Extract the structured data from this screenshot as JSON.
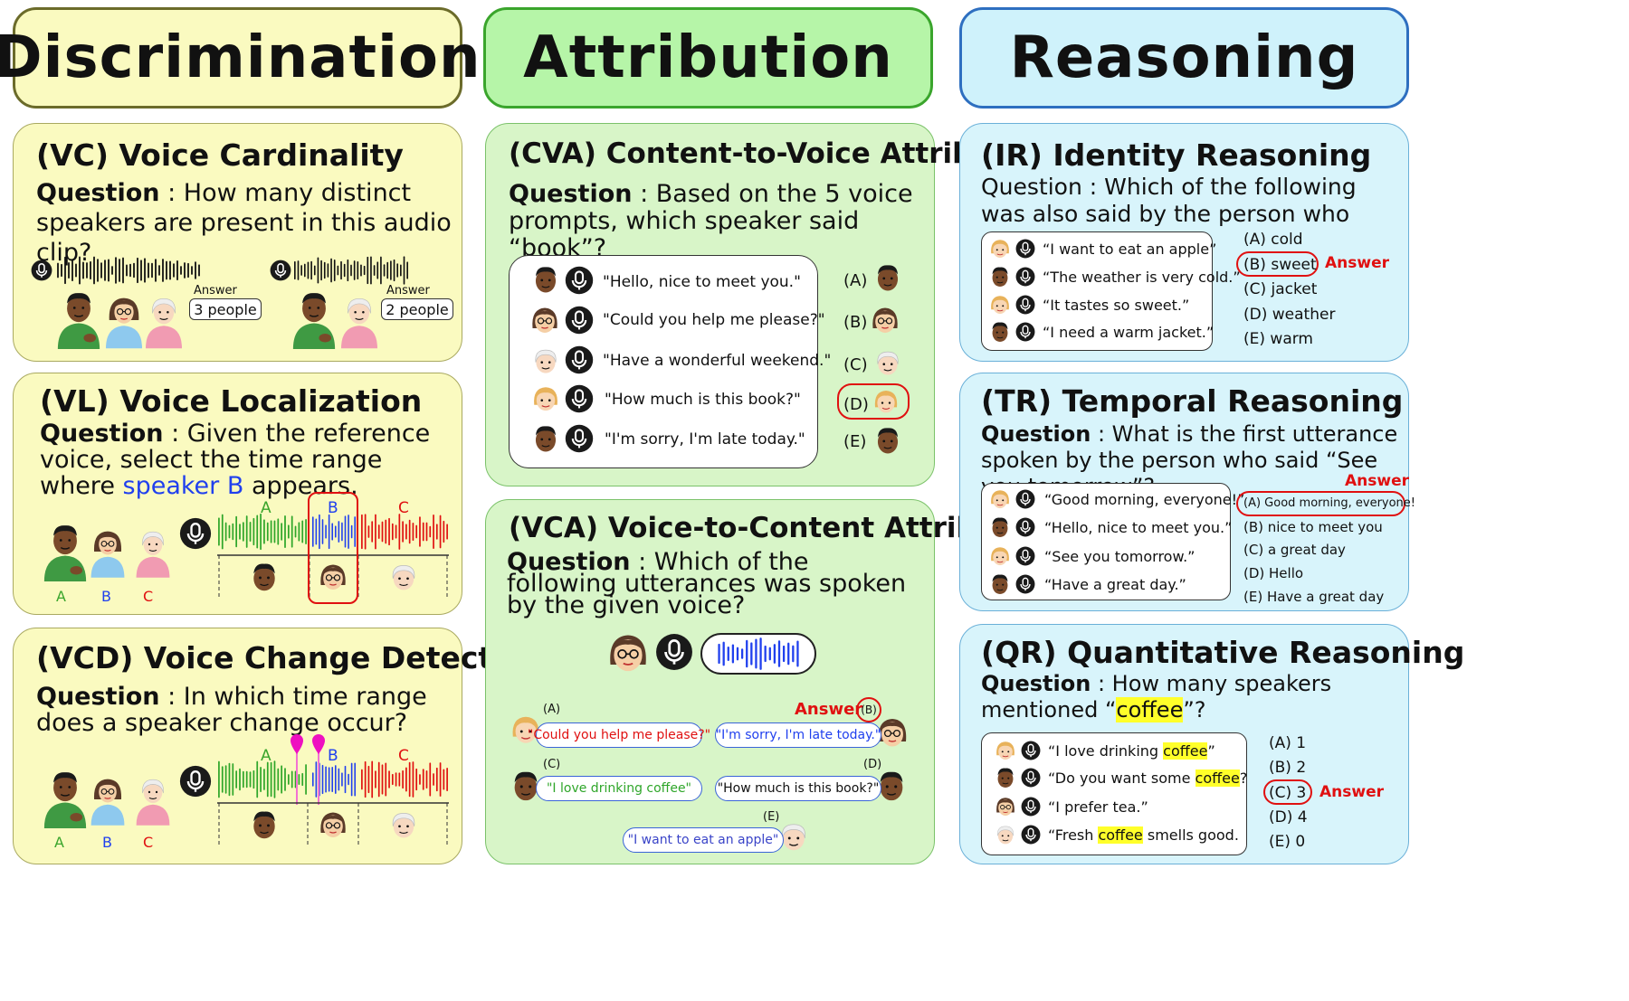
{
  "columns": {
    "discrimination": "Discrimination",
    "attribution": "Attribution",
    "reasoning": "Reasoning"
  },
  "colors": {
    "yellow_bg": "#fafac0",
    "green_bg": "#d8f5c8",
    "blue_bg": "#d8f4fb",
    "answer_red": "#e01010",
    "speaker_b_blue": "#2040ee"
  },
  "vc": {
    "title": "(VC)  Voice Cardinality",
    "q_label": "Question",
    "question": " : How many distinct speakers are present in this audio clip?",
    "answer_label_1": "Answer",
    "answer_1": "3 people",
    "answer_label_2": "Answer",
    "answer_2": "2 people"
  },
  "vl": {
    "title": "(VL)  Voice Localization",
    "q_label": "Question",
    "question_pre": " : Given the reference voice, select the time range where ",
    "speaker_b": "speaker B",
    "question_post": " appears.",
    "seg_a": "A",
    "seg_b": "B",
    "seg_c": "C",
    "lbl_a": "A",
    "lbl_b": "B",
    "lbl_c": "C"
  },
  "vcd": {
    "title": "(VCD) Voice Change Detection",
    "q_label": "Question",
    "question": " : In which time range does a speaker change occur?",
    "seg_a": "A",
    "seg_b": "B",
    "seg_c": "C",
    "lbl_a": "A",
    "lbl_b": "B",
    "lbl_c": "C"
  },
  "cva": {
    "title": "(CVA) Content-to-Voice Attribution",
    "q_label": "Question",
    "question": " : Based on the 5 voice prompts, which speaker said “book”?",
    "utterances": [
      "\"Hello, nice to meet you.\"",
      "\"Could you help me please?\"",
      "\"Have a wonderful weekend.\"",
      "\"How much is this book?\"",
      "\"I'm sorry, I'm late today.\""
    ],
    "options": [
      "(A)",
      "(B)",
      "(C)",
      "(D)",
      "(E)"
    ]
  },
  "vca": {
    "title": "(VCA) Voice-to-Content Attribution",
    "q_label": "Question",
    "question": " : Which of the following utterances was spoken by the given voice?",
    "answer_label": "Answer",
    "answer_choice": "(B)",
    "opt_a_label": "(A)",
    "opt_a": "\"Could you help me please?\"",
    "opt_b": "\"I'm sorry, I'm late today.\"",
    "opt_c_label": "(C)",
    "opt_c": "\"I love drinking coffee\"",
    "opt_d_label": "(D)",
    "opt_d": "\"How much is this book?\"",
    "opt_e_label": "(E)",
    "opt_e": "\"I want to eat an apple\""
  },
  "ir": {
    "title": "(IR)  Identity Reasoning",
    "q_label": "Question",
    "question": " : Which of the following was also said by the person who said “apple”?",
    "utterances": [
      "“I want to eat an apple”",
      "“The weather is very cold.”",
      "“It tastes so sweet.”",
      "“I need a warm jacket.”"
    ],
    "options": [
      "(A) cold",
      "(B) sweet",
      "(C) jacket",
      "(D) weather",
      "(E) warm"
    ],
    "answer_label": "Answer"
  },
  "tr": {
    "title": "(TR)  Temporal Reasoning",
    "q_label": "Question",
    "question": " : What is the first utterance spoken by the person who said “See you tomorrow”?",
    "utterances": [
      "“Good morning, everyone!”",
      "“Hello, nice to meet you.”",
      "“See you tomorrow.”",
      "“Have a great day.”"
    ],
    "options": [
      "(A) Good morning, everyone!",
      "(B) nice to meet you",
      "(C) a great day",
      "(D) Hello",
      "(E)  Have a great day"
    ],
    "answer_label": "Answer"
  },
  "qr": {
    "title": "(QR)  Quantitative Reasoning",
    "q_label": "Question",
    "question_pre": " : How many speakers mentioned “",
    "keyword": "coffee",
    "question_post": "”?",
    "u1_pre": "“I love drinking ",
    "u1_kw": "coffee",
    "u1_post": "”",
    "u2_pre": "“Do you want some ",
    "u2_kw": "coffee",
    "u2_post": "?",
    "u3": "“I prefer tea.”",
    "u4_pre": "“Fresh ",
    "u4_kw": "coffee",
    "u4_post": " smells good.",
    "options": [
      "(A) 1",
      "(B) 2",
      "(C) 3",
      "(D) 4",
      "(E) 0"
    ],
    "answer_label": "Answer"
  }
}
